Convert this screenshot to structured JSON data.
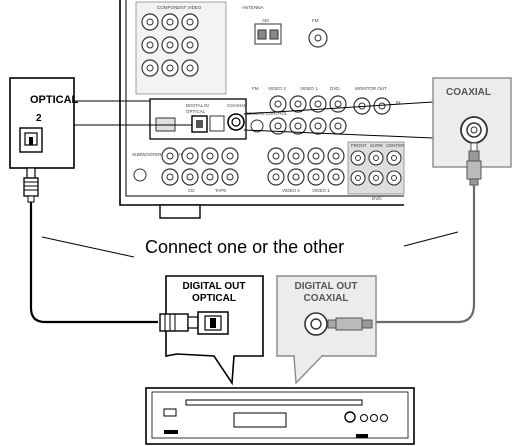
{
  "callout_left": {
    "title": "OPTICAL",
    "number": "2"
  },
  "callout_right": {
    "title": "COAXIAL"
  },
  "instruction": "Connect one or the other",
  "box_optical": {
    "line1": "DIGITAL OUT",
    "line2": "OPTICAL"
  },
  "box_coaxial": {
    "line1": "DIGITAL OUT",
    "line2": "COAXIAL"
  },
  "panel": {
    "component_video": "COMPONENT VIDEO",
    "antenna": "ANTENNA",
    "digital_in": "DIGITAL IN",
    "optical": "OPTICAL",
    "coaxial": "COAXIAL",
    "subwoofer": "SUBWOOFER PRE OUT",
    "front": "FRONT",
    "surr": "SURR",
    "center": "CENTER",
    "monitor_out": "MONITOR OUT",
    "cd": "CD",
    "tape": "TAPE",
    "dvd": "DVD",
    "fm": "FM",
    "am": "AM",
    "video1": "VIDEO 1",
    "video2": "VIDEO 2",
    "video3": "VIDEO 3",
    "remote": "REMOTE CONTROL",
    "in": "IN",
    "out": "OUT"
  },
  "colors": {
    "gray_fill": "#e9e9e9",
    "gray_stroke": "#8a8a8a",
    "black": "#000000"
  }
}
